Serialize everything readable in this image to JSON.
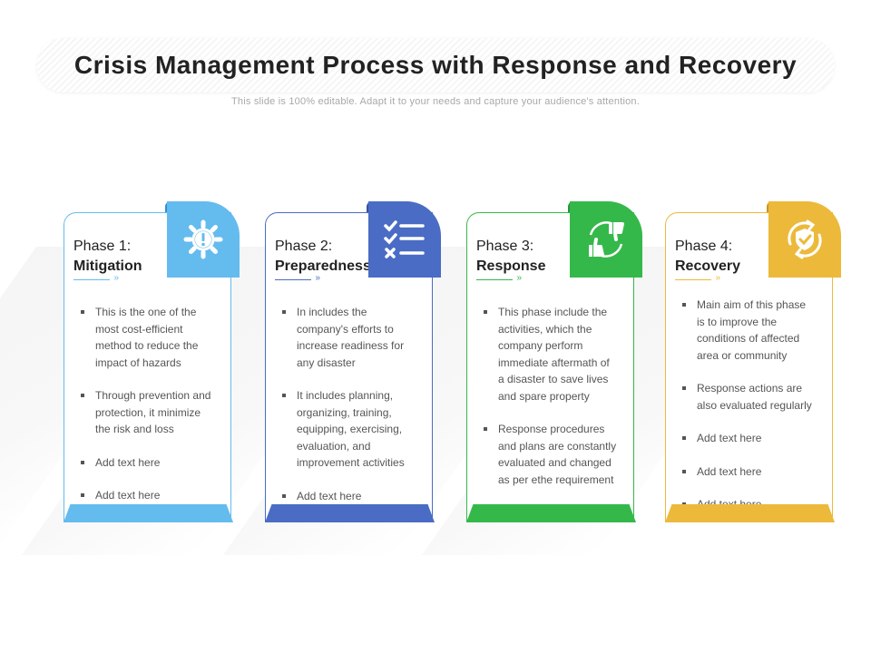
{
  "title": "Crisis Management Process with Response and Recovery",
  "subtitle": "This slide is 100% editable. Adapt it to your needs and capture your audience's attention.",
  "phases": [
    {
      "label": "Phase 1:",
      "name": "Mitigation",
      "icon": "gear-warning-icon",
      "color": "#64bbee",
      "dark": "#2f8fd0",
      "bullets": [
        "This is the one of the most cost-efficient method to reduce the impact of hazards",
        "Through prevention and protection, it minimize the risk and loss",
        "Add text here",
        "Add text here"
      ]
    },
    {
      "label": "Phase 2:",
      "name": "Preparedness",
      "icon": "checklist-icon",
      "color": "#4a6cc4",
      "dark": "#3552a8",
      "bullets": [
        "In includes the company's efforts to increase readiness for any disaster",
        "It includes planning, organizing, training, equipping, exercising, evaluation, and improvement activities",
        "Add text here"
      ]
    },
    {
      "label": "Phase 3:",
      "name": "Response",
      "icon": "thumbs-feedback-icon",
      "color": "#35b84a",
      "dark": "#23963a",
      "bullets": [
        "This phase include the activities, which the company perform immediate aftermath of a disaster to save lives and spare property",
        "Response procedures and plans are constantly evaluated and changed as per ethe requirement"
      ]
    },
    {
      "label": "Phase 4:",
      "name": "Recovery",
      "icon": "shield-refresh-icon",
      "color": "#ecb93a",
      "dark": "#c9951e",
      "bullets": [
        "Main aim of this phase is to improve the conditions of affected area or community",
        "Response actions are also evaluated regularly",
        "Add text here",
        "Add text here",
        "Add text here"
      ]
    }
  ]
}
